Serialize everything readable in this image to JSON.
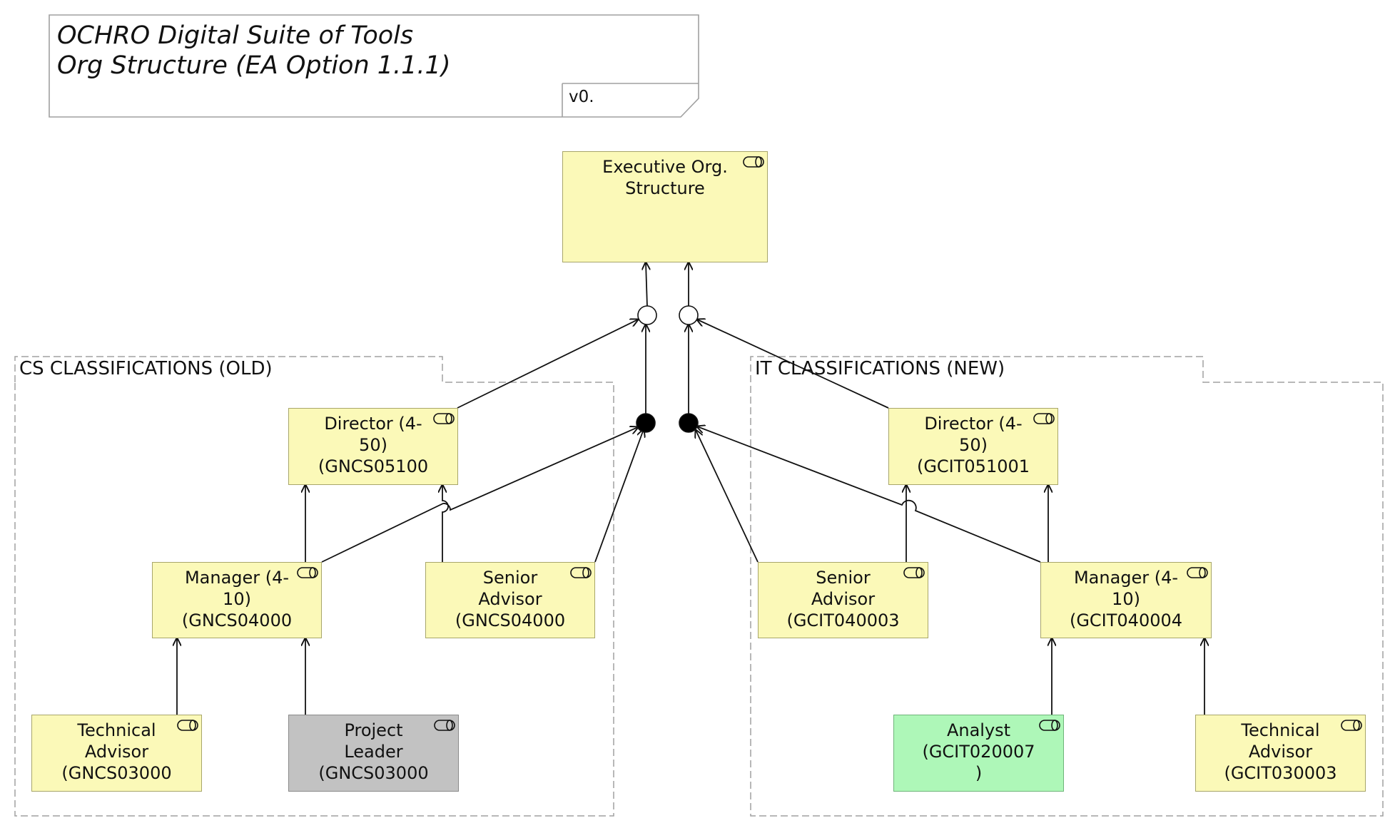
{
  "note": {
    "title": "OCHRO Digital Suite of Tools\nOrg Structure (EA Option 1.1.1)",
    "version": "v0."
  },
  "groups": {
    "cs": {
      "label": "CS CLASSIFICATIONS (OLD)"
    },
    "it": {
      "label": "IT CLASSIFICATIONS (NEW)"
    }
  },
  "roles": {
    "executive": {
      "label": "Executive Org.\nStructure"
    },
    "cs_director": {
      "label": "Director (4-\n50)\n(GNCS05100"
    },
    "cs_manager": {
      "label": "Manager (4-\n10)\n(GNCS04000"
    },
    "cs_senior": {
      "label": "Senior\nAdvisor\n(GNCS04000"
    },
    "cs_technical": {
      "label": "Technical\nAdvisor\n(GNCS03000"
    },
    "cs_project": {
      "label": "Project\nLeader\n(GNCS03000"
    },
    "it_director": {
      "label": "Director (4-\n50)\n(GCIT051001"
    },
    "it_senior": {
      "label": "Senior\nAdvisor\n(GCIT040003"
    },
    "it_manager": {
      "label": "Manager (4-\n10)\n(GCIT040004"
    },
    "it_analyst": {
      "label": "Analyst\n(GCIT020007\n)"
    },
    "it_technical": {
      "label": "Technical\nAdvisor\n(GCIT030003"
    }
  },
  "colors": {
    "role_fill": "#fbf9b8",
    "role_border": "#a8a66a",
    "gray_fill": "#c2c2c2",
    "green_fill": "#aef7b8",
    "group_border": "#a0a0a0",
    "line": "#111111"
  },
  "icons": {
    "role": "business-role-icon",
    "junction_or": "or-junction-icon",
    "junction_and": "and-junction-icon"
  }
}
